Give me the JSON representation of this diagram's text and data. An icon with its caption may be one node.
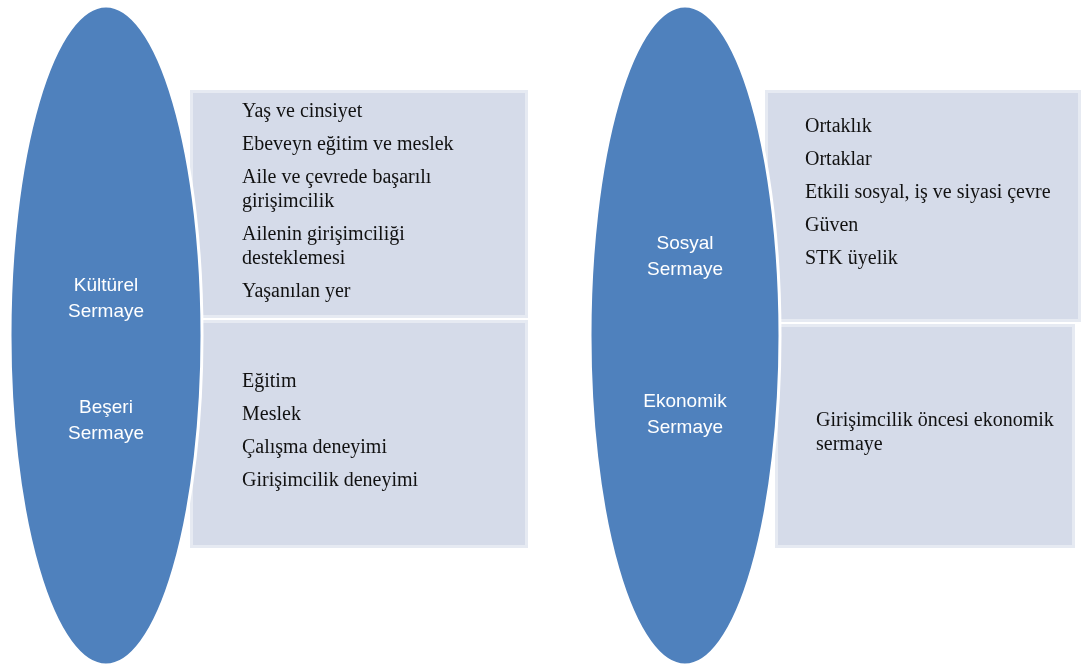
{
  "diagram": {
    "nodes": [
      {
        "text": [
          "Kültürel Sermaye",
          "Beşeri Sermaye"
        ]
      },
      {
        "text": [
          "Yaş ve cinsiyet",
          "Ebeveyn  eğitim ve meslek",
          "Aile ve çevrede başarılı girişimcilik",
          "Ailenin girişimciliği desteklemesi",
          "Yaşanılan yer"
        ]
      },
      {
        "text": [
          "Eğitim",
          "Meslek",
          "Çalışma deneyimi",
          "Girişimcilik deneyimi"
        ]
      },
      {
        "text": [
          "Sosyal Sermaye",
          "Ekonomik Sermaye"
        ]
      },
      {
        "text": [
          "Ortaklık",
          "Ortaklar",
          "Etkili sosyal, iş ve siyasi çevre",
          "Güven",
          "STK üyelik"
        ]
      },
      {
        "text": [
          "Girişimcilik öncesi ekonomik sermaye"
        ]
      }
    ],
    "edges": []
  }
}
